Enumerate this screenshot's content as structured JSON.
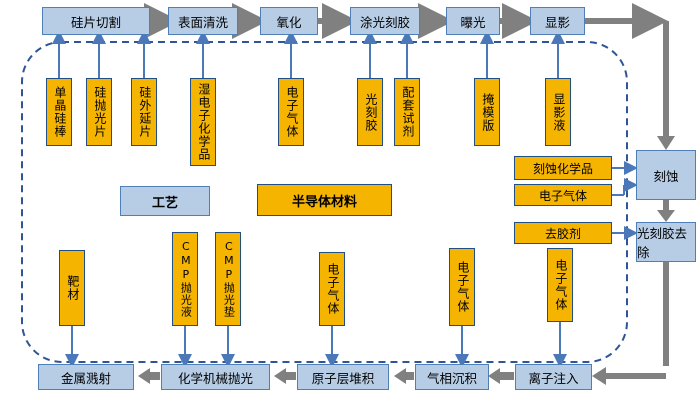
{
  "process_steps_top": [
    "硅片切割",
    "表面清洗",
    "氧化",
    "涂光刻胶",
    "曝光",
    "显影"
  ],
  "process_steps_right": [
    "刻蚀",
    "光刻胶去除"
  ],
  "process_steps_bottom": [
    "离子注入",
    "气相沉积",
    "原子层堆积",
    "化学机械抛光",
    "金属溅射"
  ],
  "materials_top": [
    "单晶硅棒",
    "硅抛光片",
    "硅外延片",
    "湿电子化学品",
    "电子气体",
    "光刻胶",
    "配套试剂",
    "掩模版",
    "显影液"
  ],
  "materials_side": [
    "刻蚀化学品",
    "电子气体",
    "去胶剂"
  ],
  "materials_bottom": [
    "靶材",
    "CMP抛光液",
    "CMP抛光垫",
    "电子气体",
    "电子气体",
    "电子气体"
  ],
  "legend": {
    "process": "工艺",
    "material": "半导体材料"
  },
  "colors": {
    "process_fill": "#b7cde6",
    "process_border": "#4e7fb5",
    "material_fill": "#f5b400",
    "arrow_gray": "#808080",
    "arrow_blue": "#4a78b8",
    "dashed_border": "#2f5597"
  }
}
